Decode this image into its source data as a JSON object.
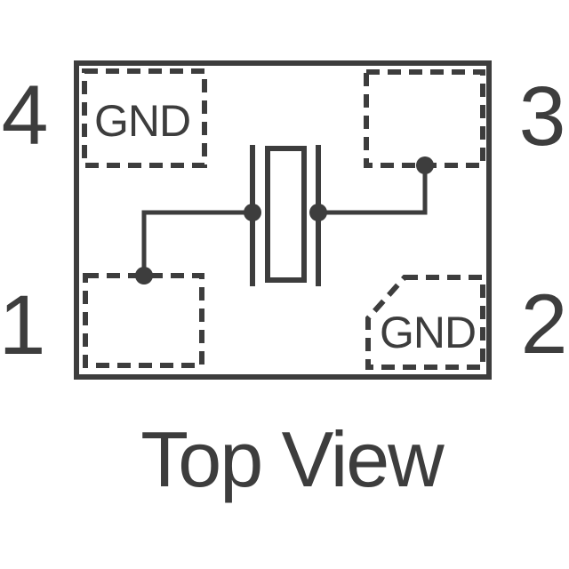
{
  "diagram": {
    "caption": "Top View",
    "pins": {
      "pin1": {
        "number": "1"
      },
      "pin2": {
        "number": "2",
        "pad_label": "GND"
      },
      "pin3": {
        "number": "3"
      },
      "pin4": {
        "number": "4",
        "pad_label": "GND"
      }
    },
    "symbol": "crystal-resonator",
    "colors": {
      "line": "#3d3d3d",
      "background": "#ffffff"
    }
  }
}
